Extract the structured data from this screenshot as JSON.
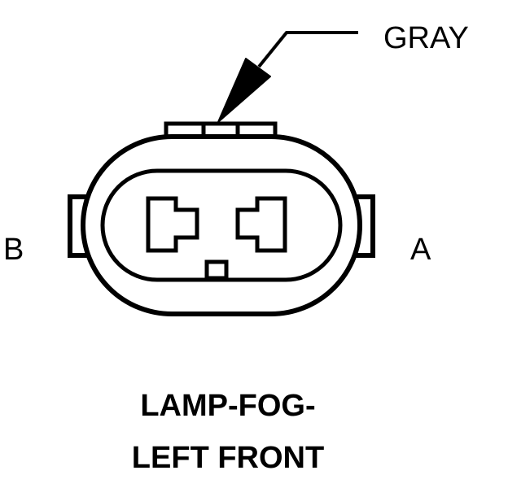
{
  "diagram": {
    "wire_label": "GRAY",
    "terminal_left": "B",
    "terminal_right": "A",
    "title_line1": "LAMP-FOG-",
    "title_line2": "LEFT FRONT"
  },
  "colors": {
    "ink": "#000000",
    "background": "#ffffff"
  }
}
